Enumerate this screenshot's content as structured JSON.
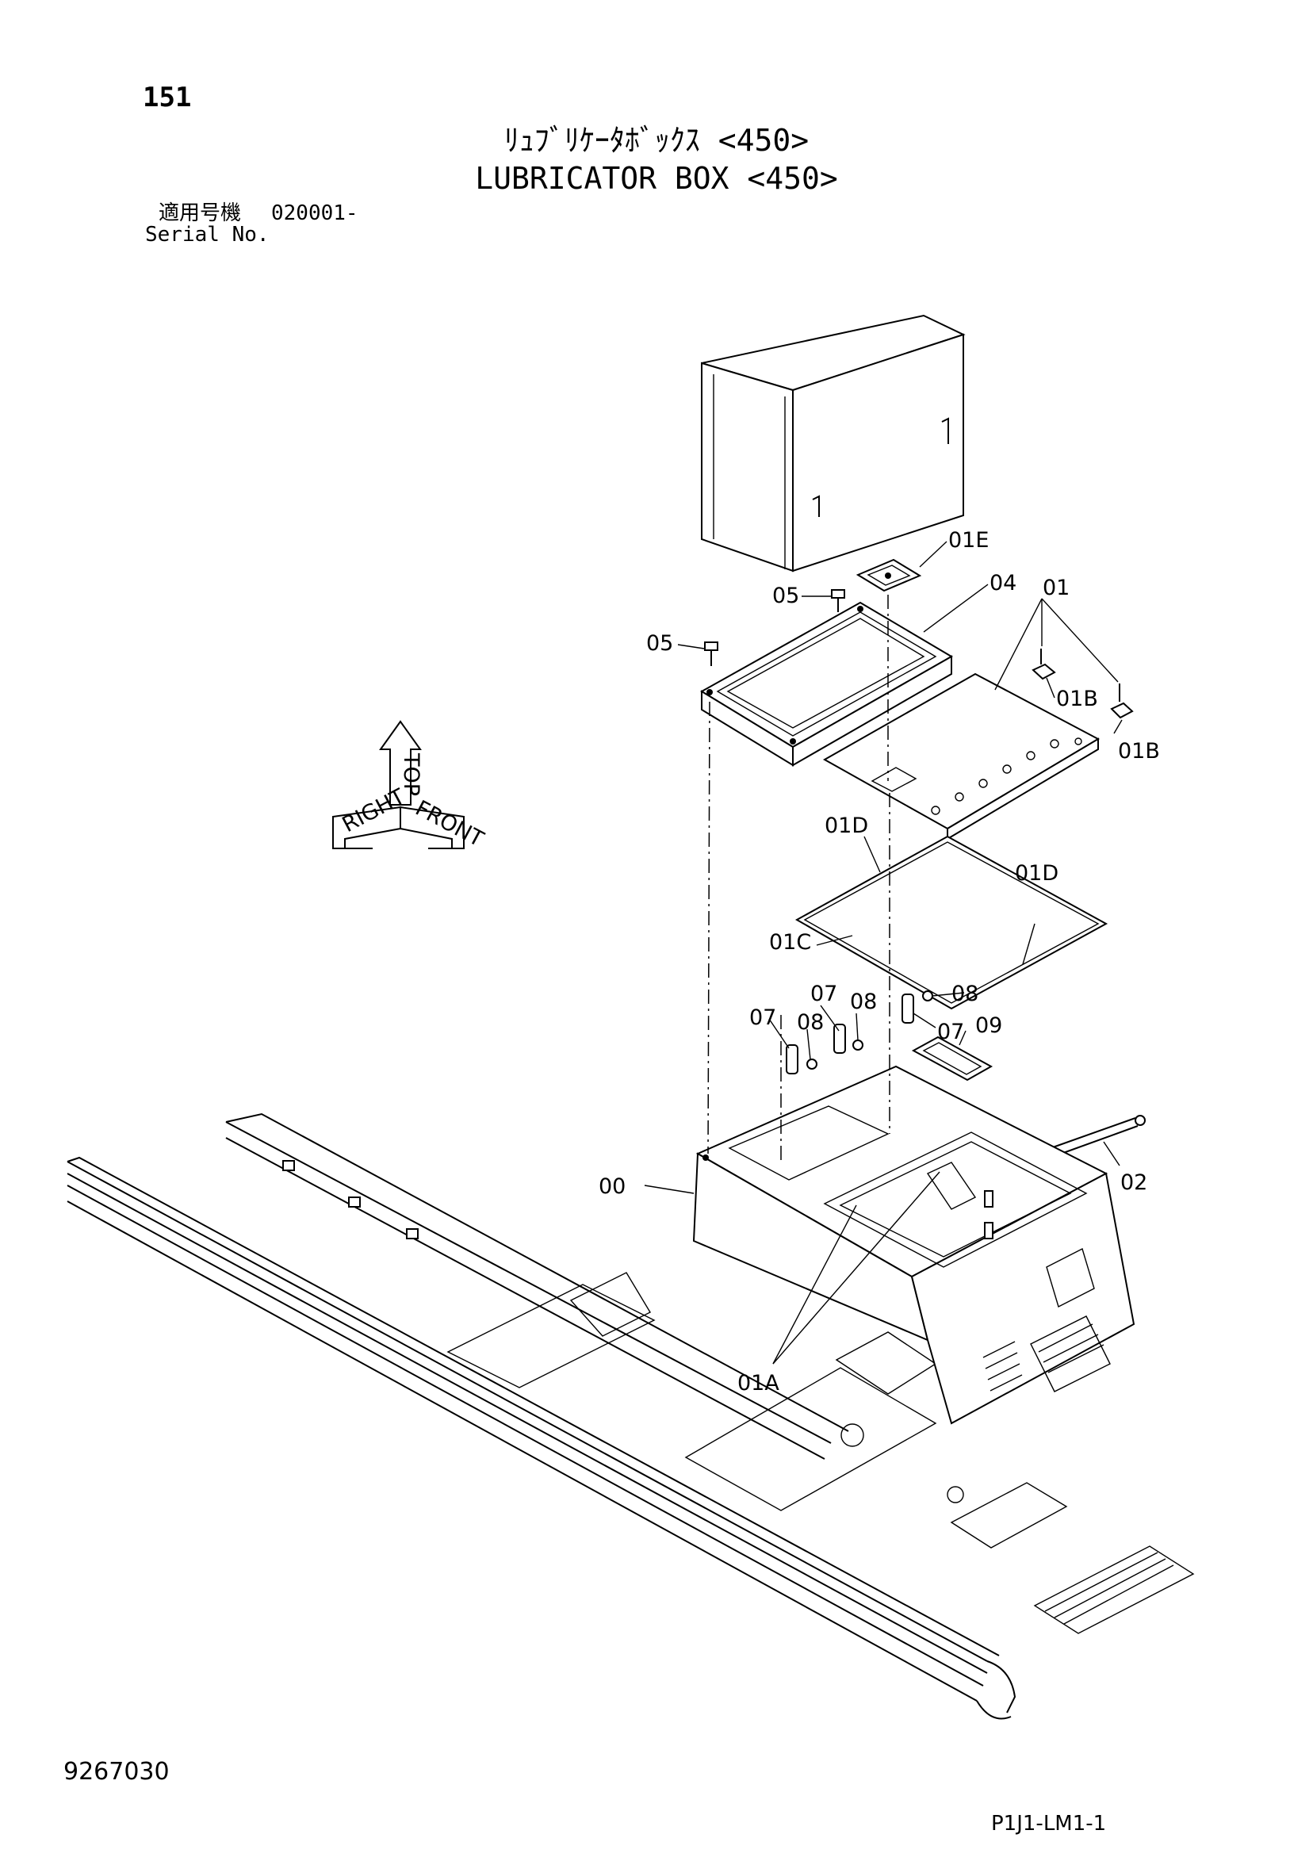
{
  "header": {
    "page_number": "151",
    "title_jp": "ﾘｭﾌﾞﾘｹｰﾀﾎﾞｯｸｽ <450>",
    "title_en": "LUBRICATOR BOX <450>",
    "serial_label_jp": "適用号機",
    "serial_label_en": "Serial No.",
    "serial_value": "020001-"
  },
  "orientation": {
    "top": "TOP",
    "front": "FRONT",
    "right": "RIGHT"
  },
  "callouts": {
    "c01E": "01E",
    "c04": "04",
    "c01": "01",
    "c05a": "05",
    "c05b": "05",
    "c01B_a": "01B",
    "c01B_b": "01B",
    "c01D_a": "01D",
    "c01D_b": "01D",
    "c01C": "01C",
    "c07a": "07",
    "c08a": "08",
    "c07b": "07",
    "c08b": "08",
    "c08c": "08",
    "c07c": "07",
    "c09": "09",
    "c00": "00",
    "c02": "02",
    "c01A": "01A"
  },
  "footer": {
    "document_number": "9267030",
    "page_code": "P1J1-LM1-1"
  }
}
